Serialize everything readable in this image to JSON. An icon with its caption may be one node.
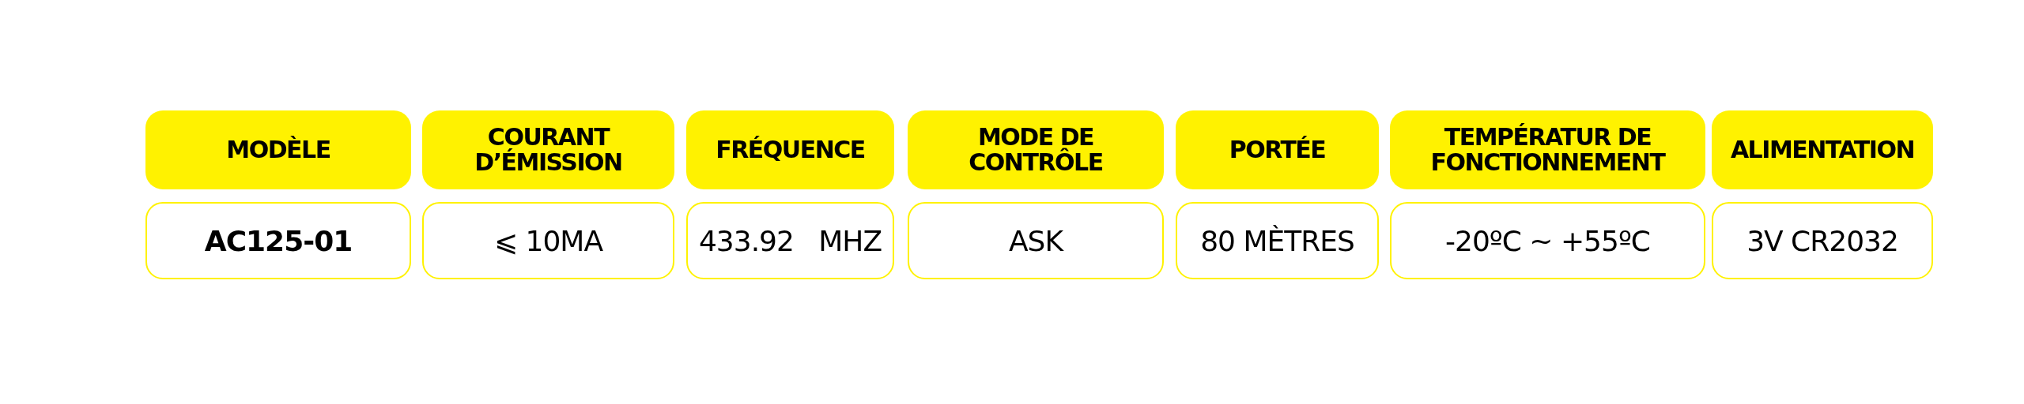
{
  "diagram": {
    "labels": [
      "MODÈLE",
      "COURANT D’ÉMISSION",
      "FRÉQUENCE",
      "MODE DE CONTRÔLE",
      "PORTÉE",
      "TEMPÉRATUR DE FONCTIONNEMENT",
      "ALIMENTATION",
      "AC125-01",
      "⩽ 10MA",
      "433.92   MHZ",
      "ASK",
      "80 MÈTRES",
      "-20ºC ~ +55ºC",
      "3V CR2032"
    ]
  }
}
